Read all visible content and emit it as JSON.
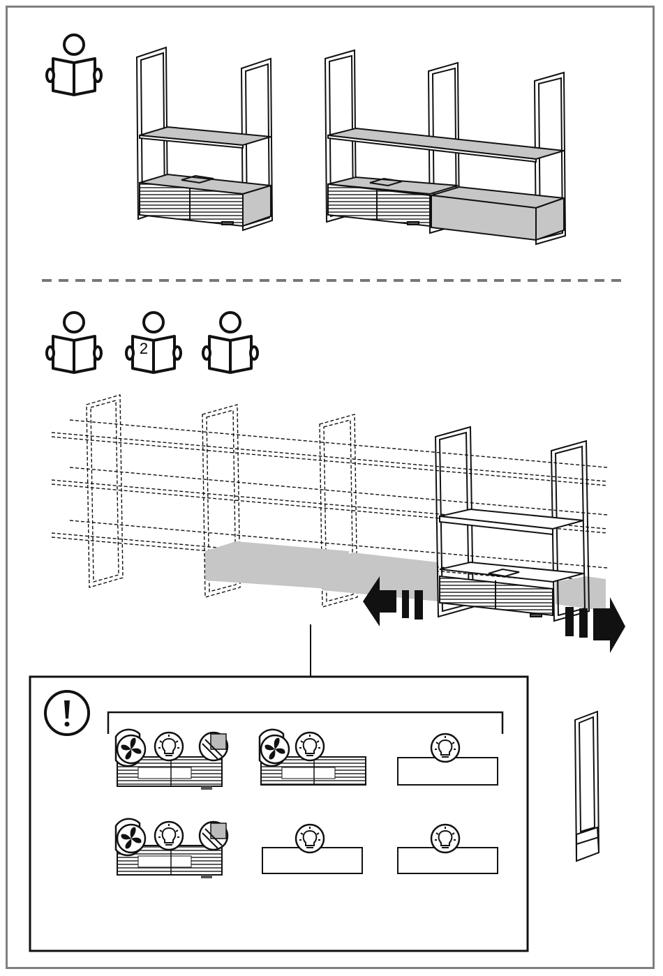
{
  "page": {
    "frame_color": "#808080",
    "accent_gray": "#c6c6c6",
    "ink": "#111111"
  },
  "top_section": {
    "read_icon": "read-manual-icon",
    "configurations": [
      "single-bay-shelf-with-ventilated-cabinet",
      "double-bay-shelf-with-ventilated-cabinet-and-plain-cabinet"
    ]
  },
  "bottom_section": {
    "read_icons": [
      "read-manual-icon",
      "read-manual-booklet-2-icon",
      "read-manual-icon"
    ],
    "booklet_number": "2",
    "extend_left_icon": "arrow-left-icon",
    "extend_right_icon": "arrow-right-icon",
    "side_panel_icon": "side-panel-icon"
  },
  "notice": {
    "warning_icon": "exclamation-circle-icon",
    "row1": [
      {
        "type": "ventilated-cabinet-with-legs",
        "badges": [
          "fan-icon",
          "lightbulb-icon",
          "touch-sensor-icon"
        ]
      },
      {
        "type": "ventilated-cabinet",
        "badges": [
          "fan-icon",
          "lightbulb-icon"
        ]
      },
      {
        "type": "plain-cabinet",
        "badges": [
          "lightbulb-icon"
        ]
      }
    ],
    "row2": [
      {
        "type": "ventilated-cabinet-with-legs",
        "badges": [
          "fan-icon",
          "lightbulb-icon",
          "touch-sensor-icon"
        ]
      },
      {
        "type": "plain-cabinet",
        "badges": [
          "lightbulb-icon"
        ]
      },
      {
        "type": "plain-cabinet",
        "badges": [
          "lightbulb-icon"
        ]
      }
    ]
  }
}
